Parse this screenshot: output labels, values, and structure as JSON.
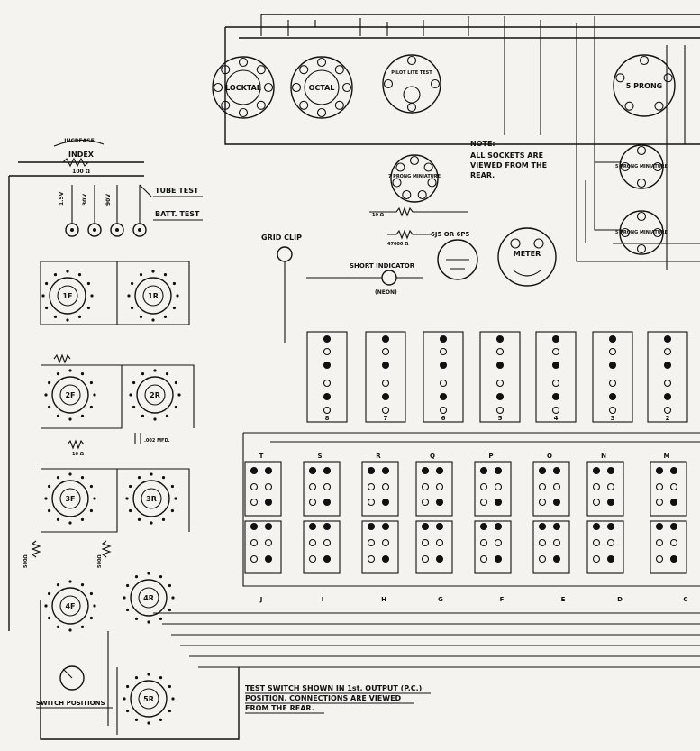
{
  "sockets": {
    "loctal": "LOCKTAL",
    "octal": "OCTAL",
    "pilot": "PILOT LITE TEST",
    "five_prong": "5 PRONG",
    "seven_prong_mini": "7 PRONG MINIATURE",
    "five_prong_mini_a": "5 PRONG MINIATURE",
    "five_prong_mini_b": "5 PRONG MINIATURE"
  },
  "note": {
    "title": "NOTE:",
    "line1": "ALL SOCKETS ARE",
    "line2": "VIEWED FROM THE",
    "line3": "REAR."
  },
  "index": {
    "increase": "INCREASE",
    "label": "INDEX",
    "value": "100 Ω"
  },
  "controls": {
    "tube_test": "TUBE TEST",
    "batt_test": "BATT. TEST",
    "grid_clip": "GRID CLIP",
    "tube": "6J5 OR 6P5",
    "meter": "METER",
    "short_indicator": "SHORT INDICATOR",
    "neon": "(NEON)"
  },
  "components": {
    "r10": "10 Ω",
    "r47000": "47000 Ω",
    "cap": ".002 MFD.",
    "r10m": "10 Ω",
    "r_left_a": "500Ω",
    "r_left_b": "500Ω"
  },
  "switches": {
    "s1f": "1F",
    "s1r": "1R",
    "s2f": "2F",
    "s2r": "2R",
    "s3f": "3F",
    "s3r": "3R",
    "s4f": "4F",
    "s4r": "4R",
    "s5r": "5R"
  },
  "numbers": [
    "8",
    "7",
    "6",
    "5",
    "4",
    "3",
    "2"
  ],
  "row_letters_top": [
    "T",
    "S",
    "R",
    "Q",
    "P",
    "O",
    "N",
    "M"
  ],
  "row_letters_bottom": [
    "J",
    "I",
    "H",
    "G",
    "F",
    "E",
    "D",
    "C"
  ],
  "switch_positions": "SWITCH POSITIONS",
  "bottom_note": {
    "line1": "TEST SWITCH SHOWN IN 1st. OUTPUT (P.C.)",
    "line2": "POSITION. CONNECTIONS ARE VIEWED",
    "line3": "FROM THE REAR."
  },
  "volt_labels": [
    "1.5V",
    "30V",
    "90V"
  ]
}
